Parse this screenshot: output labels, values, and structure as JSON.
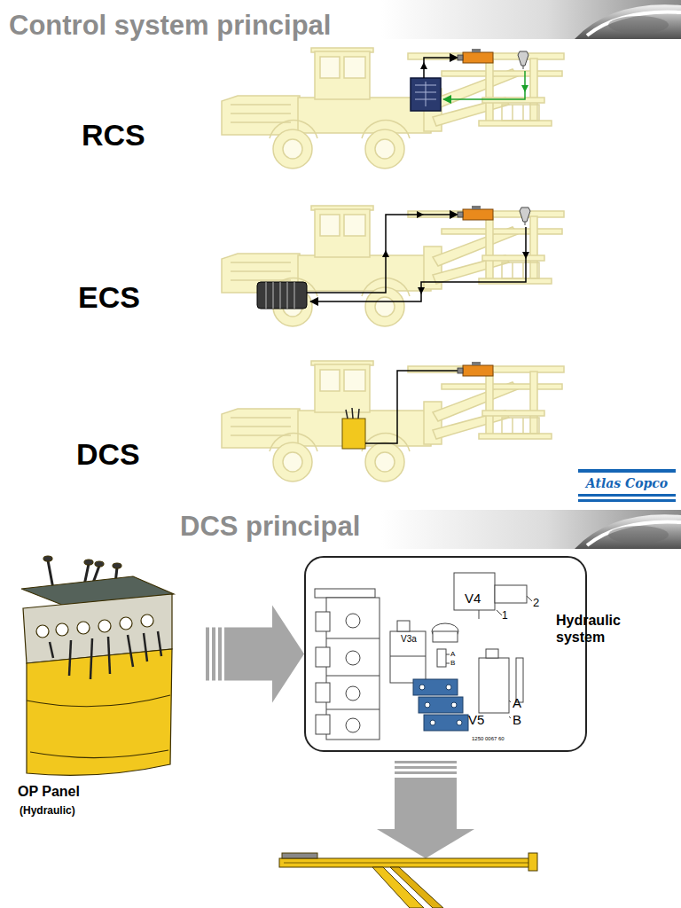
{
  "diagram": {
    "title": "Control system principal",
    "nodes": [
      {
        "text": [
          "OP Panel",
          "(Hydraulic)"
        ]
      },
      {
        "text": [
          "Hydraulic system"
        ]
      }
    ],
    "edges": [
      {
        "from": 0,
        "to": 1,
        "arrow": "to"
      }
    ],
    "labels": [
      "RCS",
      "ECS",
      "DCS",
      "Atlas Copco",
      "DCS principal",
      "V4",
      "1",
      "2",
      "V3a",
      "A",
      "B",
      "V5",
      "A",
      "B",
      "1250 0067 60"
    ]
  }
}
